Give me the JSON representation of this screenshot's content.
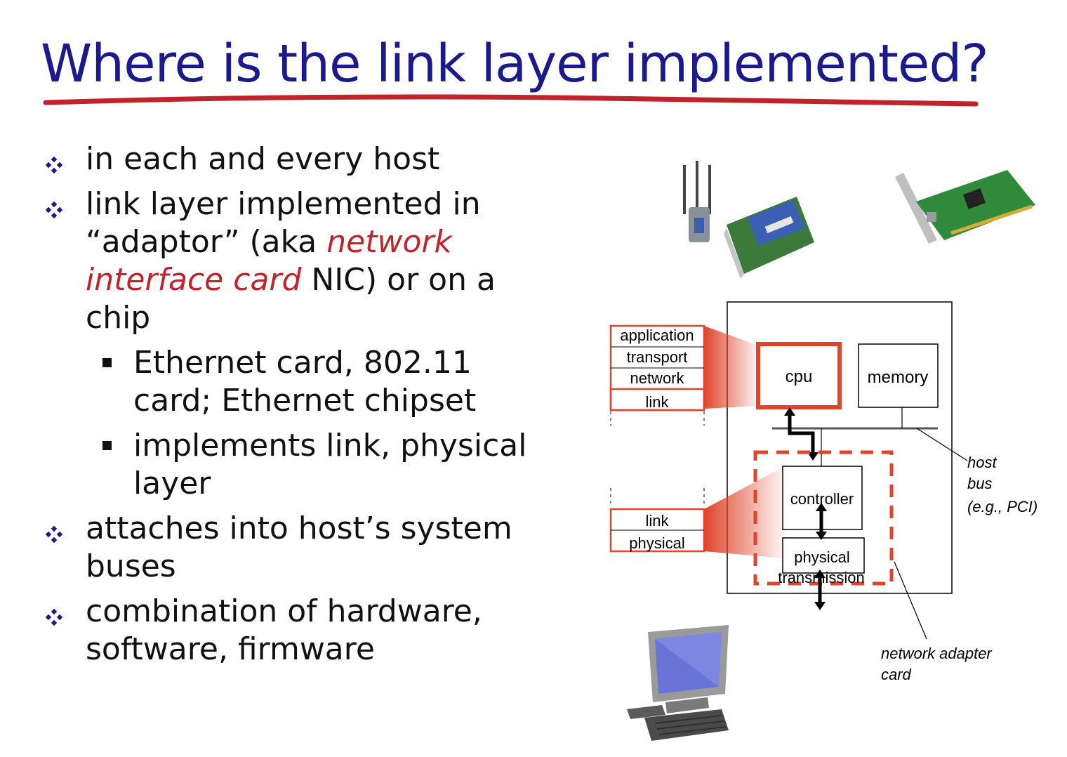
{
  "slide": {
    "title": "Where is the link layer implemented?",
    "bullets": {
      "b1": "in each and every host",
      "b2_line1": "link layer implemented in",
      "b2_line2_a": "“adaptor” (aka ",
      "b2_line2_em": "network",
      "b2_line3_em": "interface card",
      "b2_line3_b": " NIC) or on a",
      "b2_line4": "chip",
      "sub1_line1": "Ethernet card, 802.11",
      "sub1_line2": "card; Ethernet chipset",
      "sub2_line1": "implements link, physical",
      "sub2_line2": "layer",
      "b3_line1": "attaches into host’s system",
      "b3_line2": "buses",
      "b4_line1": "combination of hardware,",
      "b4_line2": "software, firmware"
    }
  },
  "diagram": {
    "stack_top": [
      "application",
      "transport",
      "network",
      "link"
    ],
    "stack_bottom": [
      "link",
      "physical"
    ],
    "cpu": "cpu",
    "memory": "memory",
    "controller": "controller",
    "physical": "physical",
    "transmission": "transmission",
    "host_bus": [
      "host",
      "bus",
      "(e.g., PCI)"
    ],
    "adapter_label": [
      "network adapter",
      "card"
    ]
  },
  "colors": {
    "title": "#1a1a8c",
    "underline": "#c0232a",
    "accent_red": "#e0452b",
    "emphasis": "#c0232a",
    "bullet_mark": "#1a1a8c"
  },
  "icons": [
    "diamond-bullet-icon",
    "square-bullet-icon",
    "wireless-card-image",
    "nic-card-image",
    "desktop-computer-image"
  ]
}
